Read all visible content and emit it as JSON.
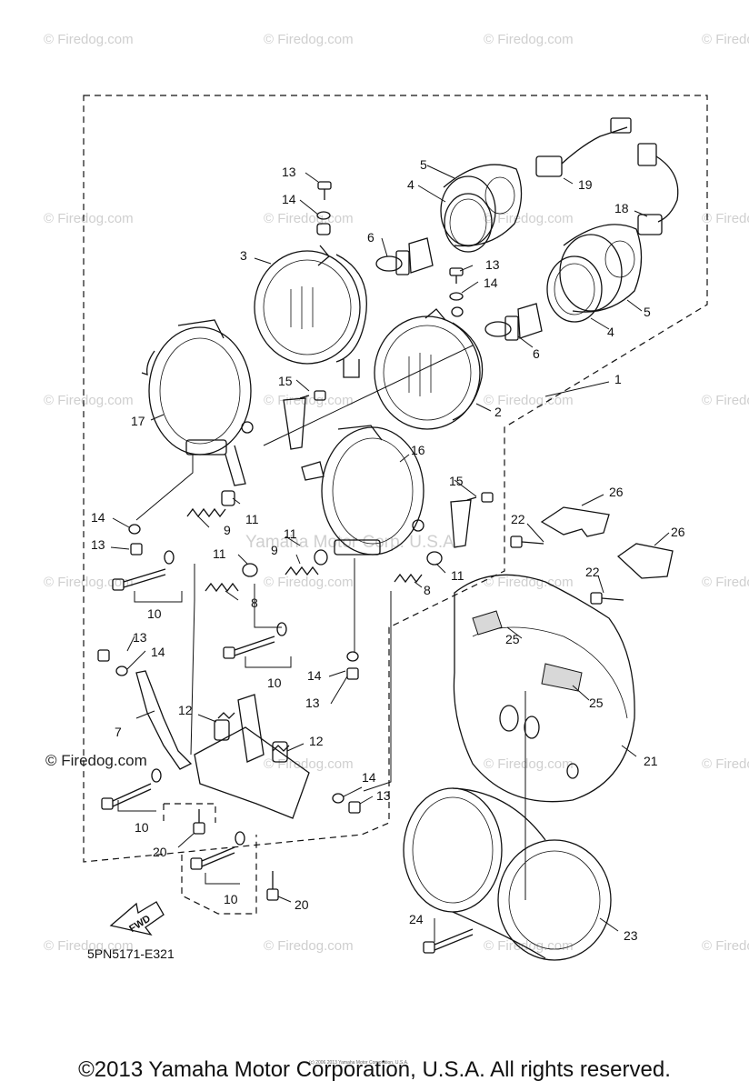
{
  "watermark": {
    "text": "© Firedog.com"
  },
  "watermark_center": "Yamaha Motor Corp. U.S.A.",
  "diagram_code": "5PN5171-E321",
  "fwd_arrow": {
    "label": "FWD"
  },
  "fine_print": "(c) 2006 2013 Yamaha Motor Corporation, U.S.A.",
  "copyright": "©2013 Yamaha Motor Corporation, U.S.A. All rights reserved.",
  "callouts": {
    "n1": "1",
    "n2": "2",
    "n3": "3",
    "n4": "4",
    "n5": "5",
    "n6": "6",
    "n7": "7",
    "n8": "8",
    "n9": "9",
    "n10": "10",
    "n11": "11",
    "n12": "12",
    "n13": "13",
    "n14": "14",
    "n15": "15",
    "n16": "16",
    "n17": "17",
    "n18": "18",
    "n19": "19",
    "n20": "20",
    "n21": "21",
    "n22": "22",
    "n23": "23",
    "n24": "24",
    "n25": "25",
    "n26": "26"
  }
}
